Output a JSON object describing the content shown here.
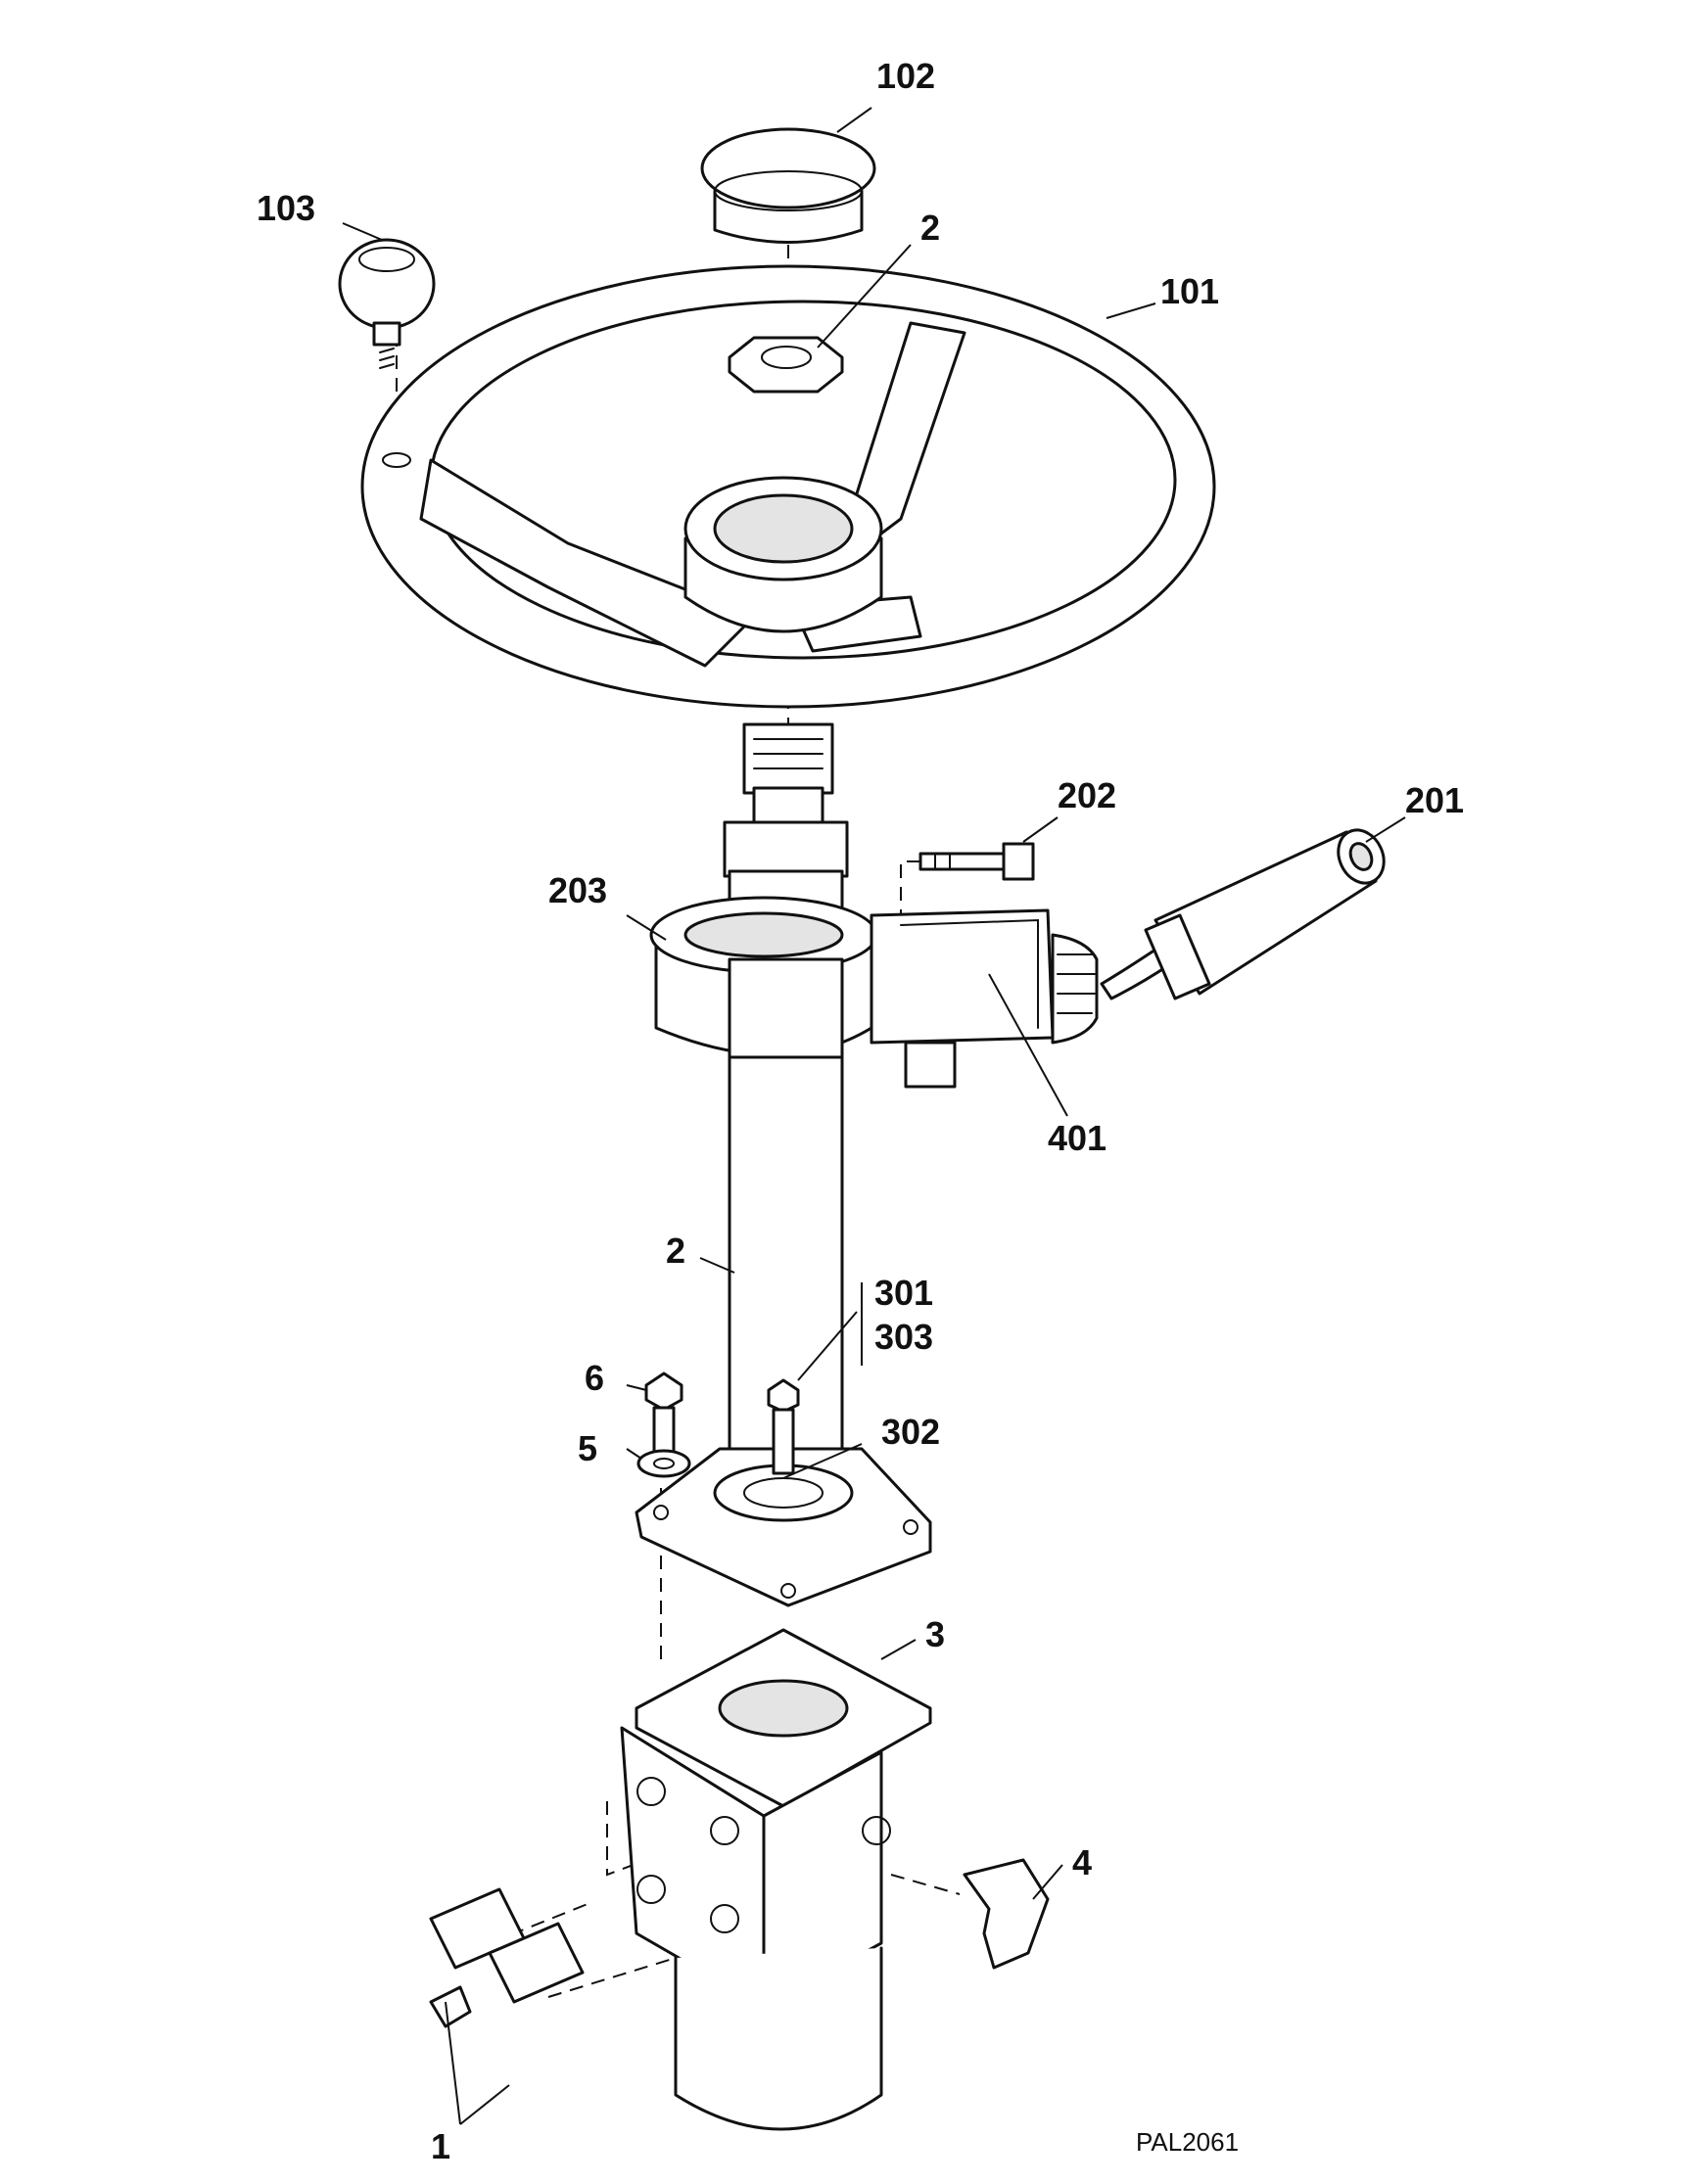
{
  "labels": {
    "l102": "102",
    "l103": "103",
    "l2_nut": "2",
    "l101": "101",
    "l202": "202",
    "l201": "201",
    "l203": "203",
    "l401": "401",
    "l2_column": "2",
    "l301": "301",
    "l303": "303",
    "l6": "6",
    "l5": "5",
    "l302": "302",
    "l3": "3",
    "l4": "4",
    "l1": "1"
  },
  "drawing_code": "PAL2061",
  "colors": {
    "line": "#111111",
    "shade": "#e4e4e4",
    "background": "#ffffff"
  }
}
